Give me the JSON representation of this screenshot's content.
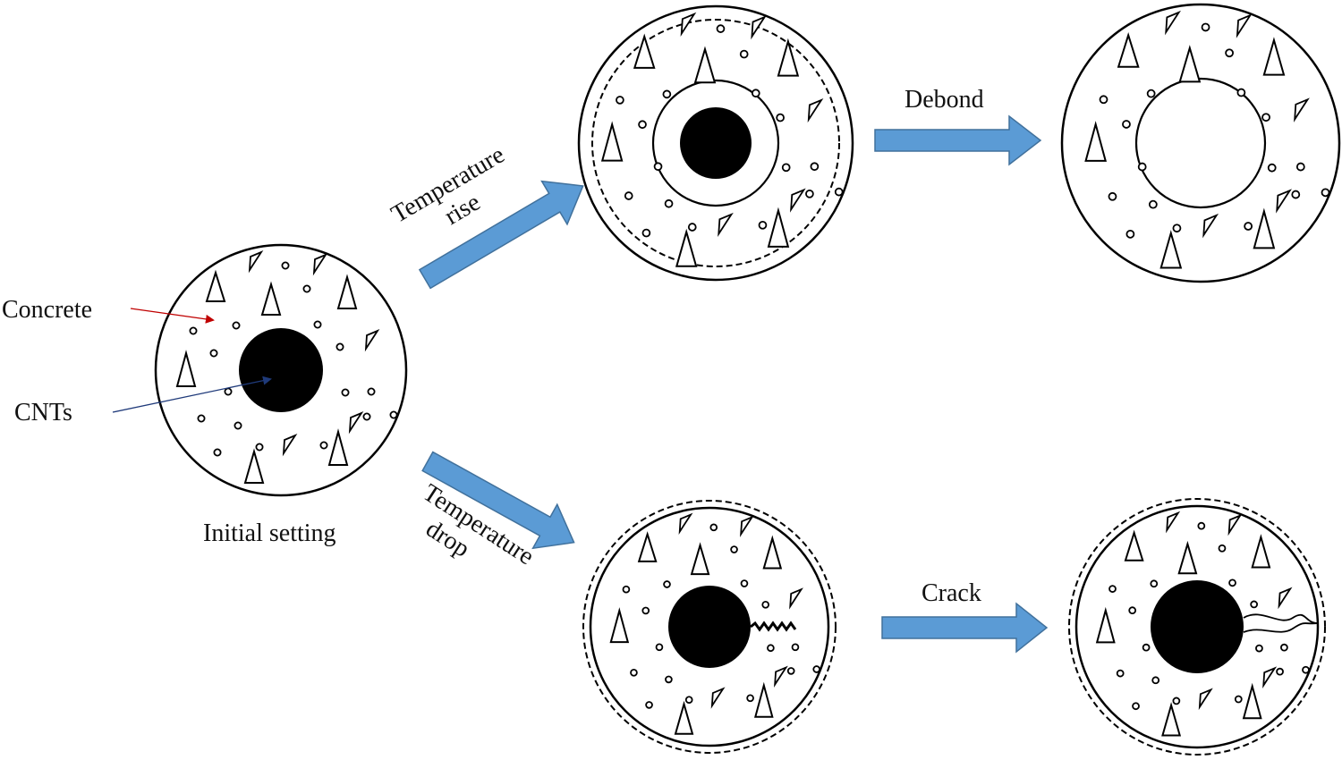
{
  "labels": {
    "concrete": "Concrete",
    "cnts": "CNTs",
    "initial_setting": "Initial setting",
    "temperature_rise_line1": "Temperature",
    "temperature_rise_line2": "rise",
    "temperature_drop_line1": "Temperature",
    "temperature_drop_line2": "drop",
    "debond": "Debond",
    "crack": "Crack"
  },
  "colors": {
    "arrow_fill": "#5b9bd5",
    "arrow_stroke": "#41719c",
    "concrete_pointer": "#c00000",
    "cnts_pointer": "#1f3a7a",
    "line": "#000000"
  },
  "states": [
    {
      "id": "initial",
      "caption": "Initial setting",
      "core": "filled",
      "gap": false,
      "dashed_ring": "none",
      "crack": "none"
    },
    {
      "id": "temperature-rise",
      "caption": "",
      "core": "filled",
      "gap": true,
      "dashed_ring": "inner",
      "crack": "none"
    },
    {
      "id": "debond",
      "caption": "",
      "core": "empty",
      "gap": true,
      "dashed_ring": "none",
      "crack": "none"
    },
    {
      "id": "temperature-drop",
      "caption": "",
      "core": "filled",
      "gap": false,
      "dashed_ring": "outer",
      "crack": "small"
    },
    {
      "id": "crack",
      "caption": "",
      "core": "filled",
      "gap": false,
      "dashed_ring": "outer",
      "crack": "through"
    }
  ]
}
